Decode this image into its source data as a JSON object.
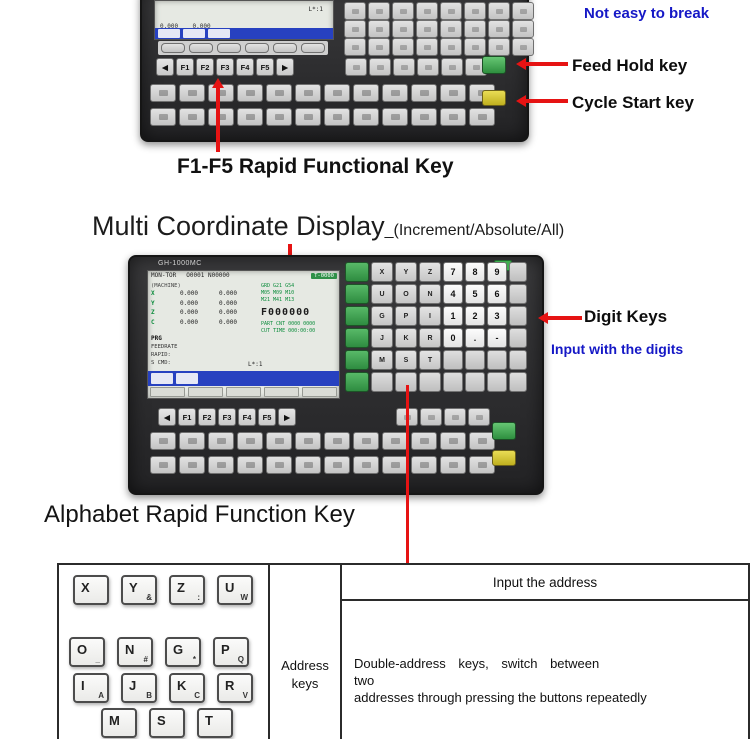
{
  "annotations": {
    "not_easy_to_break": "Not easy to break",
    "feed_hold_key": "Feed Hold key",
    "cycle_start_key": "Cycle Start key",
    "f1_f5_label": "F1-F5 Rapid Functional Key",
    "multi_coordinate_title": "Multi Coordinate Display",
    "multi_coordinate_subtitle": "_(Increment/Absolute/All)",
    "digit_keys_label": "Digit Keys",
    "input_with_digits": "Input with the digits",
    "alphabet_label": "Alphabet Rapid Function Key"
  },
  "colors": {
    "annotation_red": "#e61313",
    "annotation_blue": "#1518c6",
    "key_green": "#2e8c40",
    "key_yellow": "#c0b01f",
    "screen_blue": "#2741c0",
    "screen_green_text": "#0c8c3c"
  },
  "panel_top": {
    "screen_rows": [
      "0.000    0.000",
      "0.000    0.000"
    ],
    "line_label": "L*:1",
    "arrow_left": "◀",
    "menu_keys": [
      "F1",
      "F2",
      "F3",
      "F4",
      "F5"
    ],
    "arrow_right": "▶"
  },
  "panel_main": {
    "model": "GH-1000MC",
    "arrow_left": "◀",
    "menu_keys": [
      "F1",
      "F2",
      "F3",
      "F4",
      "F5"
    ],
    "arrow_right": "▶",
    "screen": {
      "mode": "MON-TOR",
      "program": "O0001 N00000",
      "tool": "T-0000",
      "coord_header": "(MACHINE)",
      "axes": [
        {
          "name": "X",
          "value": "0.000"
        },
        {
          "name": "Y",
          "value": "0.000"
        },
        {
          "name": "Z",
          "value": "0.000"
        },
        {
          "name": "C",
          "value": "0.000"
        }
      ],
      "feed": "F000000",
      "status_lines": [
        "GRD G21 G54",
        "M05 M09 M10",
        "M21 M41 M13"
      ],
      "counter_lines": [
        "PART CNT 0000 0000",
        "CUT TIME 000:00:00"
      ],
      "prg_label": "PRG",
      "prg_lines": [
        "FEEDRATE",
        "RAPID:",
        "S CMD:"
      ],
      "line_label": "L*:1"
    },
    "letter_keys": [
      [
        "X",
        "Y",
        "Z"
      ],
      [
        "U",
        "O",
        "N"
      ],
      [
        "G",
        "P",
        "I"
      ],
      [
        "J",
        "K",
        "R"
      ],
      [
        "M",
        "S",
        "T"
      ]
    ],
    "digit_keys": [
      [
        "7",
        "8",
        "9"
      ],
      [
        "4",
        "5",
        "6"
      ],
      [
        "1",
        "2",
        "3"
      ],
      [
        "0",
        ".",
        "-"
      ]
    ]
  },
  "table": {
    "header": "Input the address",
    "address_label": [
      "Address",
      "keys"
    ],
    "body_lines": [
      "Double-address keys, switch between",
      "two",
      "addresses through pressing the buttons repeatedly"
    ],
    "key_rows": [
      [
        {
          "m": "X",
          "s": ""
        },
        {
          "m": "Y",
          "s": "&"
        },
        {
          "m": "Z",
          "s": ":"
        },
        {
          "m": "U",
          "s": "W"
        }
      ],
      [
        {
          "m": "O",
          "s": "_"
        },
        {
          "m": "N",
          "s": "#"
        },
        {
          "m": "G",
          "s": "*"
        },
        {
          "m": "P",
          "s": "Q"
        }
      ],
      [
        {
          "m": "I",
          "s": "A"
        },
        {
          "m": "J",
          "s": "B"
        },
        {
          "m": "K",
          "s": "C"
        },
        {
          "m": "R",
          "s": "V"
        }
      ],
      [
        {
          "m": "M",
          "s": ""
        },
        {
          "m": "S",
          "s": ""
        },
        {
          "m": "T",
          "s": ""
        }
      ]
    ]
  }
}
